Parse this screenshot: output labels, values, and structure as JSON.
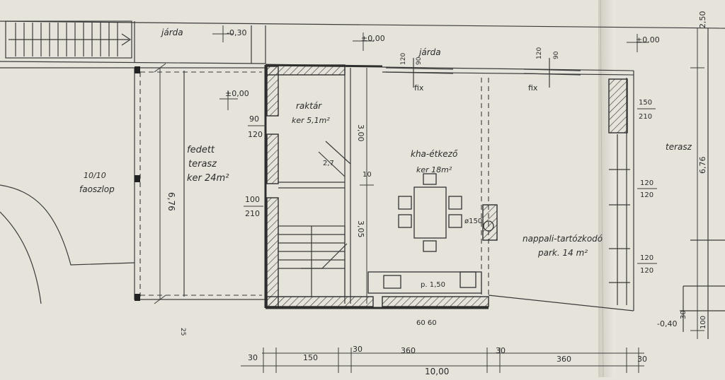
{
  "labels": {
    "jarda_left": "járda",
    "level_m030": "-0,30",
    "level_top": "±0,00",
    "jarda_right": "járda",
    "level_right_top": "±0,00",
    "level_terrace": "±0,00",
    "raktar_name": "raktár",
    "raktar_area": "ker 5,1m²",
    "fedett_1": "fedett",
    "fedett_2": "terasz",
    "fedett_3": "ker 24m²",
    "konyha_1": "kha-étkező",
    "konyha_2": "ker 18m²",
    "nappali_1": "nappali-tartózkodó",
    "nappali_2": "park. 14 m²",
    "terasz_right": "terasz",
    "faoszlop_1": "10/10",
    "faoszlop_2": "faoszlop",
    "fix_1": "fix",
    "fix_2": "fix",
    "stair_note": "2,7",
    "bench_note": "p. 1,50",
    "chimney_note": "ø150",
    "level_bottom_right": "-0,40",
    "wall_label_a": "60 60"
  },
  "openings": {
    "door_90_120": [
      "90",
      "120"
    ],
    "door_100_210": [
      "100",
      "210"
    ],
    "win_120_90_a": [
      "120",
      "90"
    ],
    "win_120_90_b": [
      "120",
      "90"
    ],
    "win_150_210": [
      "150",
      "210"
    ],
    "win_120_120_a": [
      "120",
      "120"
    ],
    "win_120_120_b": [
      "120",
      "120"
    ]
  },
  "dimensions": {
    "depth_left": "6,76",
    "storage_depth": "3,00",
    "room_depth": "3,05",
    "overall_right": "6,76",
    "top_right": "2,50",
    "bottom_right_a": "30",
    "bottom_right_b": "100",
    "bottom_chain": [
      "30",
      "150",
      "30",
      "360",
      "30",
      "360",
      "30"
    ],
    "overall_width": "10,00",
    "wall_30": "30",
    "mark_10": "10",
    "mark_25": "25"
  }
}
